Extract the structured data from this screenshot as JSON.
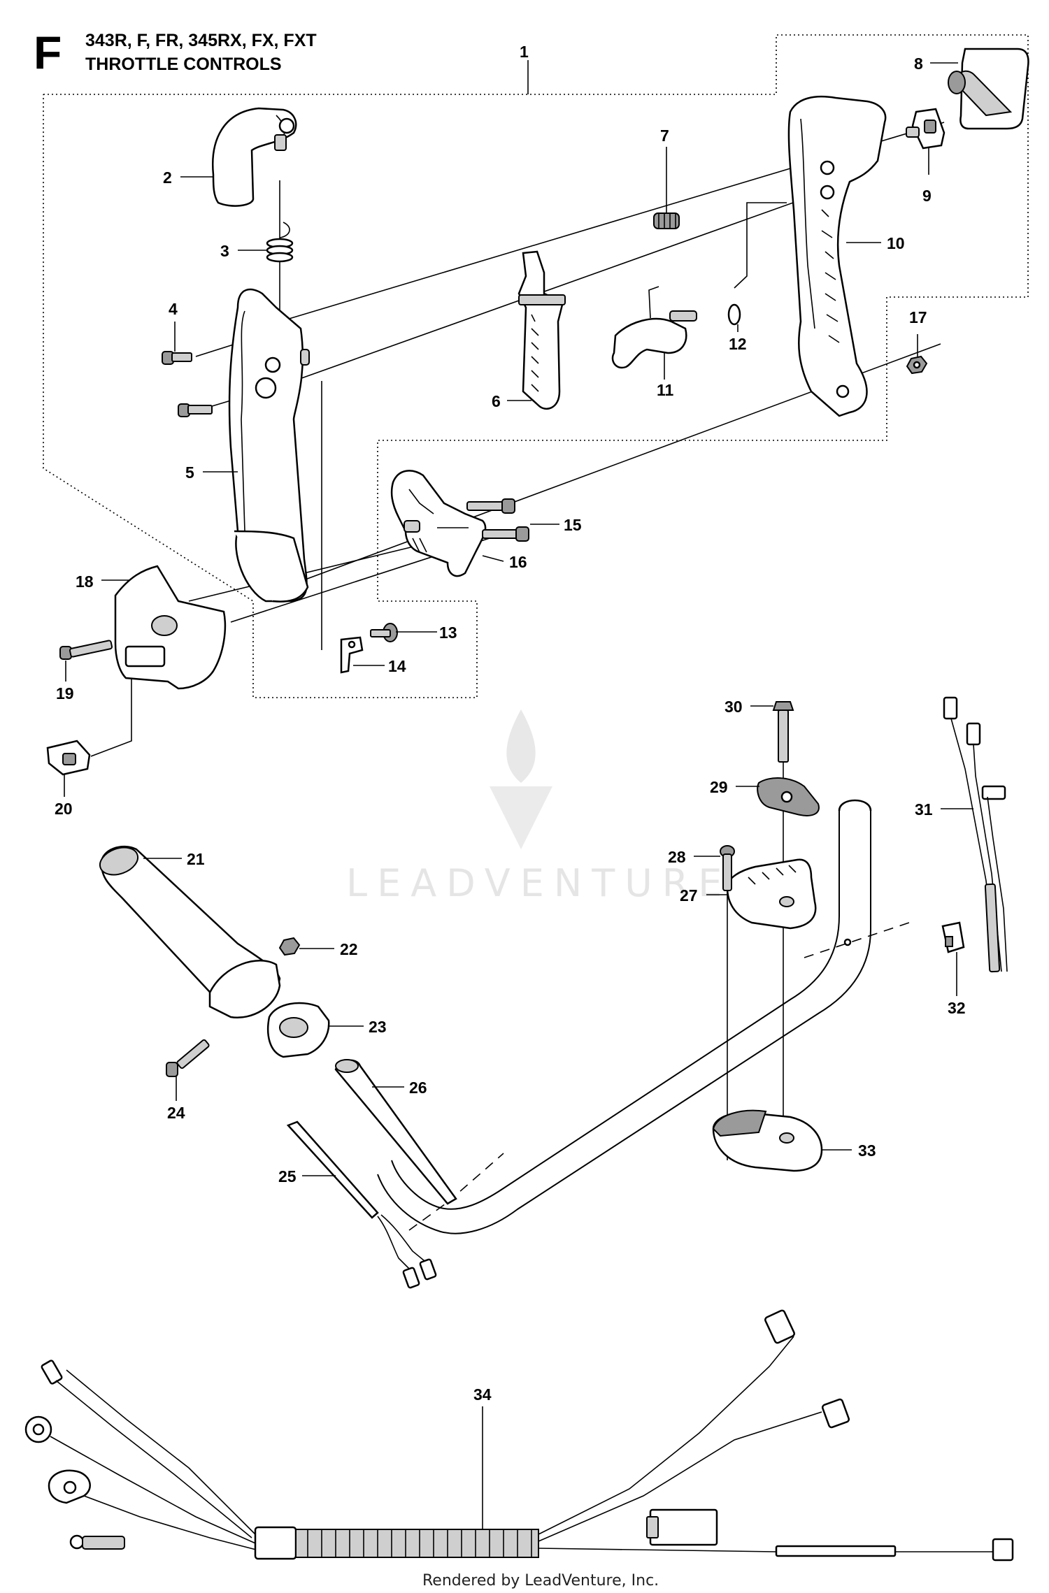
{
  "header": {
    "section_letter": "F",
    "models": "343R, F, FR, 345RX, FX, FXT",
    "title": "THROTTLE CONTROLS"
  },
  "callouts": [
    "1",
    "2",
    "3",
    "4",
    "5",
    "6",
    "7",
    "8",
    "9",
    "10",
    "11",
    "12",
    "13",
    "14",
    "15",
    "16",
    "17",
    "18",
    "19",
    "20",
    "21",
    "22",
    "23",
    "24",
    "25",
    "26",
    "27",
    "28",
    "29",
    "30",
    "31",
    "32",
    "33",
    "34"
  ],
  "watermark": {
    "brand": "LEADVENTURE"
  },
  "footer": {
    "text": "Rendered by LeadVenture, Inc."
  }
}
